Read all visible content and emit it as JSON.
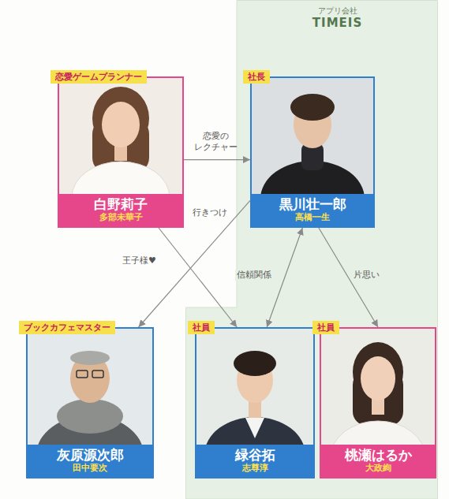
{
  "diagram": {
    "nodes": [
      {
        "text": [
          "アプリ会社",
          "TIMEIS"
        ]
      },
      {
        "text": [
          "恋愛ゲームプランナー",
          "白野莉子",
          "多部未華子"
        ]
      },
      {
        "text": [
          "社長",
          "黒川壮一郎",
          "高橋一生"
        ],
        "in": 0
      },
      {
        "text": [
          "ブックカフェマスター",
          "灰原源次郎",
          "田中要次"
        ]
      },
      {
        "text": [
          "社員",
          "緑谷拓",
          "志尊淳"
        ],
        "in": 0
      },
      {
        "text": [
          "社員",
          "桃瀬はるか",
          "大政絢"
        ],
        "in": 0
      }
    ],
    "edges": [
      {
        "from": 1,
        "to": 2,
        "label": "恋愛の レクチャー",
        "arrow": "to"
      },
      {
        "from": 1,
        "to": 4,
        "label": "王子様♥",
        "arrow": "to"
      },
      {
        "from": 2,
        "to": 3,
        "label": "行きつけ",
        "arrow": "to"
      },
      {
        "from": 2,
        "to": 4,
        "label": "信頼関係",
        "arrow": "both"
      },
      {
        "from": 2,
        "to": 5,
        "label": "片思い",
        "arrow": "to"
      }
    ]
  }
}
